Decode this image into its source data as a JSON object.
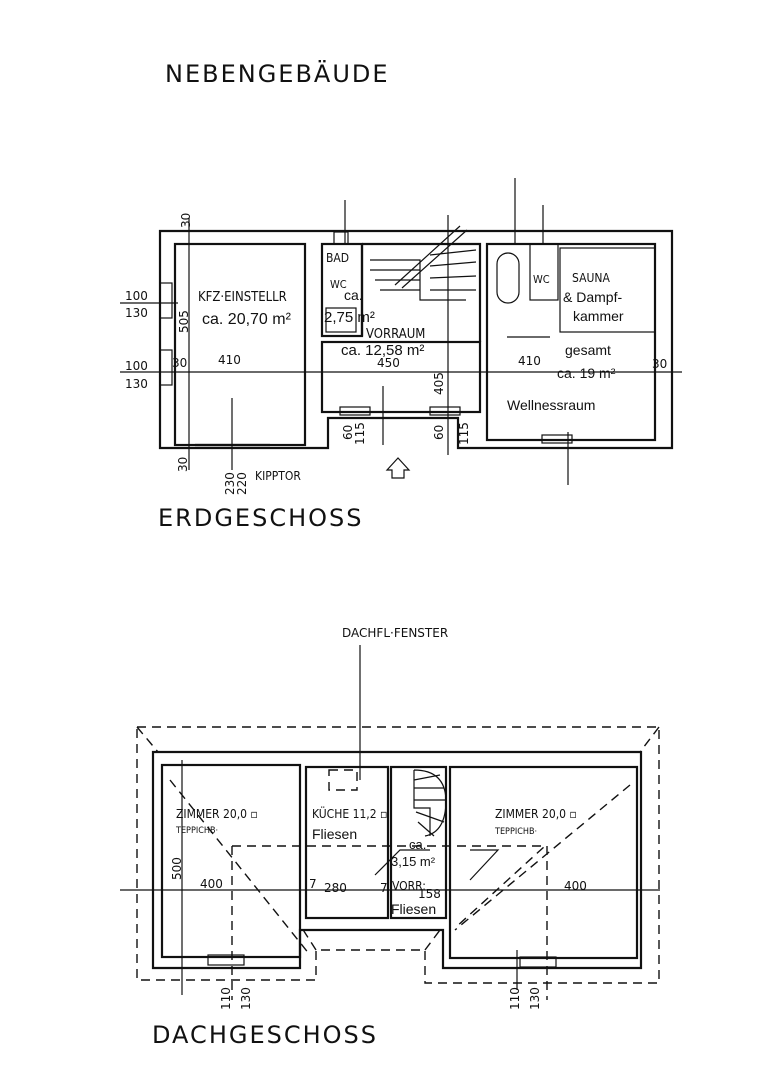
{
  "title": "NEBENGEBÄUDE",
  "ground_floor": {
    "label": "ERDGESCHOSS",
    "rooms": {
      "garage": {
        "name": "KFZ·EINSTELLR",
        "area": "ca. 20,70 m²"
      },
      "bath": {
        "name": "BAD",
        "wc": "WC",
        "area_prefix": "ca.",
        "area": "2,75 m²"
      },
      "hall": {
        "name": "VORRAUM",
        "area": "ca. 12,58 m²"
      },
      "wc": {
        "name": "WC"
      },
      "sauna": {
        "line1": "SAUNA",
        "line2": "& Dampf-",
        "line3": "kammer"
      },
      "wellness": {
        "total": "gesamt",
        "area": "ca. 19 m²",
        "name": "Wellnessraum"
      }
    },
    "door_label": "KIPPTOR",
    "dimensions": {
      "d30_top": "30",
      "d100a": "100",
      "d130a": "130",
      "d505": "505",
      "d100b": "100",
      "d130b": "130",
      "d30_left": "30",
      "d410_left": "410",
      "d450": "450",
      "d405": "405",
      "d410_right": "410",
      "d30_right": "30",
      "d60a": "60",
      "d115a": "115",
      "d60b": "60",
      "d115b": "115",
      "d30_bottom": "30",
      "d230": "230",
      "d220": "220"
    }
  },
  "roof_floor": {
    "label": "DACHGESCHOSS",
    "skylight_label": "DACHFL·FENSTER",
    "rooms": {
      "room_left": {
        "name": "ZIMMER 20,0 ▫",
        "floor": "TEPPICHB·"
      },
      "kitchen": {
        "name": "KÜCHE 11,2 ▫",
        "floor": "Fliesen"
      },
      "hall": {
        "area_prefix": "ca.",
        "area": "3,15 m²",
        "name": "VORR:",
        "floor": "Fliesen"
      },
      "room_right": {
        "name": "ZIMMER 20,0 ▫",
        "floor": "TEPPICHB·"
      }
    },
    "dimensions": {
      "d500": "500",
      "d400_left": "400",
      "d7a": "7",
      "d280": "280",
      "d7b": "7",
      "d158": "158",
      "d400_right": "400",
      "d110a": "110",
      "d130a": "130",
      "d110b": "110",
      "d130b": "130"
    }
  }
}
